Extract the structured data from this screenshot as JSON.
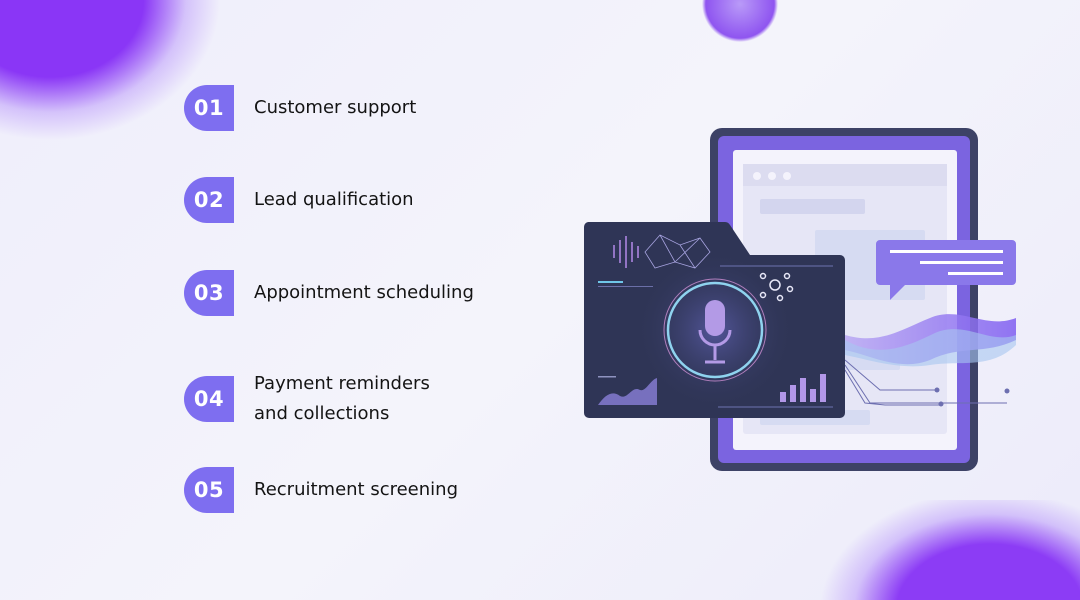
{
  "items": [
    {
      "number": "01",
      "label": "Customer support"
    },
    {
      "number": "02",
      "label": "Lead qualification"
    },
    {
      "number": "03",
      "label": "Appointment scheduling"
    },
    {
      "number": "04",
      "label_line1": "Payment reminders",
      "label_line2": "and collections"
    },
    {
      "number": "05",
      "label": "Recruitment screening"
    }
  ],
  "colors": {
    "badge": "#7e6ef0",
    "accent_blob": "#8a36f6",
    "panel": "#2f3556",
    "tablet_frame": "#3d4266",
    "tablet_border": "#7b64e0"
  },
  "illustration": {
    "icons": [
      "microphone-icon",
      "network-icon",
      "bar-chart-icon",
      "area-chart-icon",
      "chat-bubble-icon",
      "waveform-icon"
    ]
  }
}
